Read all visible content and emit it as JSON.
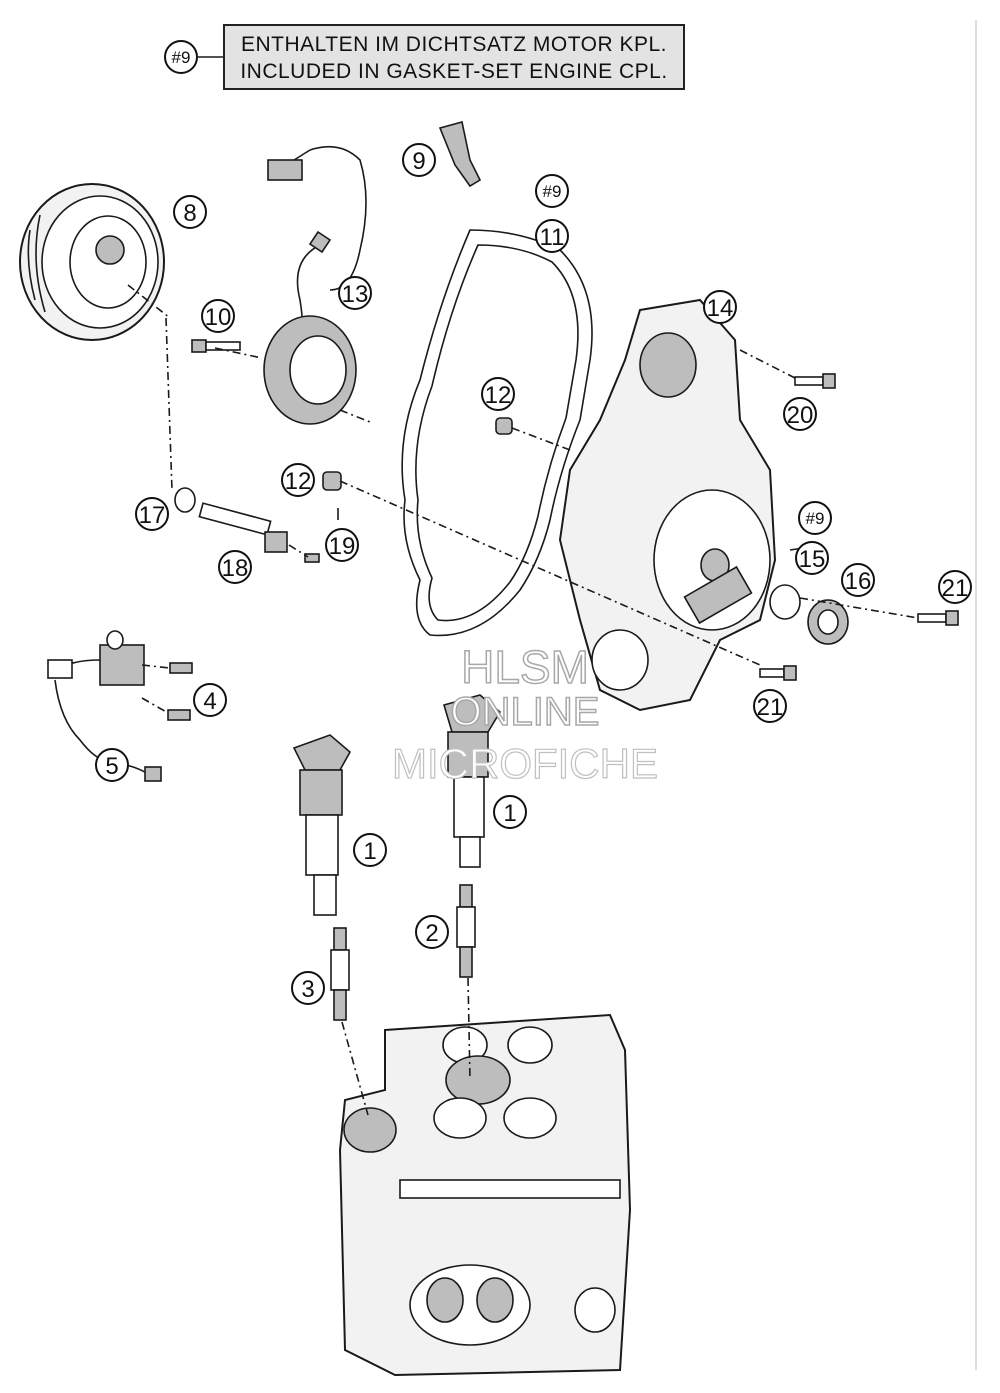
{
  "note": {
    "ref": "#9",
    "line_de": "ENTHALTEN IM DICHTSATZ MOTOR KPL.",
    "line_en": "INCLUDED IN GASKET-SET ENGINE CPL."
  },
  "callouts": [
    {
      "id": "c1a",
      "label": "1"
    },
    {
      "id": "c1b",
      "label": "1"
    },
    {
      "id": "c2",
      "label": "2"
    },
    {
      "id": "c3",
      "label": "3"
    },
    {
      "id": "c4",
      "label": "4"
    },
    {
      "id": "c5",
      "label": "5"
    },
    {
      "id": "c8",
      "label": "8"
    },
    {
      "id": "c9",
      "label": "9"
    },
    {
      "id": "c9ref1",
      "label": "#9"
    },
    {
      "id": "c9ref2",
      "label": "#9"
    },
    {
      "id": "c10",
      "label": "10"
    },
    {
      "id": "c11",
      "label": "11"
    },
    {
      "id": "c12a",
      "label": "12"
    },
    {
      "id": "c12b",
      "label": "12"
    },
    {
      "id": "c13",
      "label": "13"
    },
    {
      "id": "c14",
      "label": "14"
    },
    {
      "id": "c15",
      "label": "15"
    },
    {
      "id": "c16",
      "label": "16"
    },
    {
      "id": "c17",
      "label": "17"
    },
    {
      "id": "c18",
      "label": "18"
    },
    {
      "id": "c19",
      "label": "19"
    },
    {
      "id": "c20",
      "label": "20"
    },
    {
      "id": "c21a",
      "label": "21"
    },
    {
      "id": "c21b",
      "label": "21"
    }
  ],
  "watermark": {
    "line1": "HLSM",
    "line2": "ONLINE",
    "line3": "MICROFICHE"
  }
}
